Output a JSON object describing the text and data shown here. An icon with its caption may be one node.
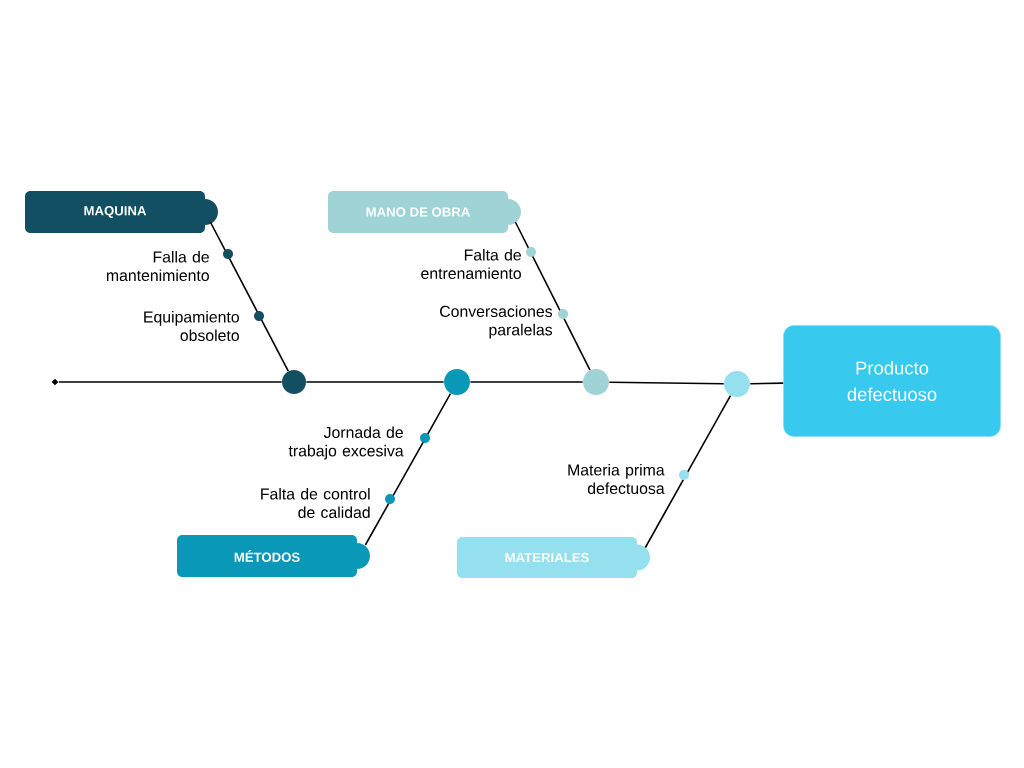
{
  "diagram": {
    "nodes": [
      {
        "text": [
          "MAQUINA"
        ]
      },
      {
        "text": [
          "MANO DE OBRA"
        ]
      },
      {
        "text": [
          "MÉTODOS"
        ]
      },
      {
        "text": [
          "MATERIALES"
        ]
      },
      {
        "text": [
          "Producto defectuoso"
        ]
      },
      {
        "text": [],
        "shape": "circle"
      },
      {
        "text": [],
        "shape": "circle"
      },
      {
        "text": [],
        "shape": "circle"
      },
      {
        "text": [],
        "shape": "circle"
      },
      {
        "text": [],
        "shape": "diamond"
      }
    ],
    "edges": [
      {
        "from": 0,
        "to": 5,
        "arrow": "none"
      },
      {
        "from": 1,
        "to": 7,
        "arrow": "none"
      },
      {
        "from": 2,
        "to": 6,
        "arrow": "none"
      },
      {
        "from": 3,
        "to": 8,
        "arrow": "none"
      },
      {
        "from": 9,
        "to": 5,
        "arrow": "none"
      },
      {
        "from": 5,
        "to": 6,
        "arrow": "none"
      },
      {
        "from": 6,
        "to": 7,
        "arrow": "none"
      },
      {
        "from": 7,
        "to": 8,
        "arrow": "none"
      },
      {
        "from": 8,
        "to": 4,
        "arrow": "none"
      }
    ],
    "labels": [
      "Falla de mantenimiento",
      "Equipamiento obsoleto",
      "Falta de entrenamiento",
      "Conversaciones paralelas",
      "Jornada de trabajo excesiva",
      "Falta de control de calidad",
      "Materia prima defectuosa"
    ]
  }
}
